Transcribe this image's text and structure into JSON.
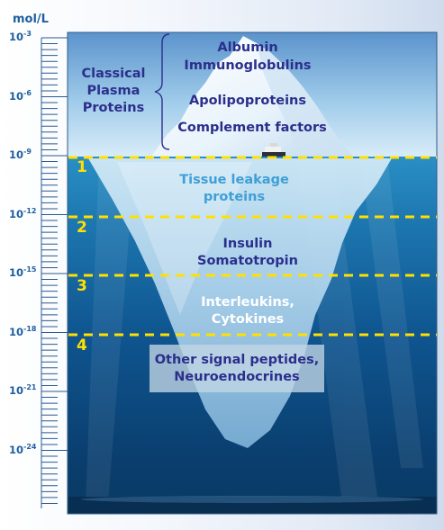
{
  "axis": {
    "unit": "mol/L",
    "ticks": [
      {
        "base": "10",
        "exp": "-3"
      },
      {
        "base": "10",
        "exp": "-6"
      },
      {
        "base": "10",
        "exp": "-9"
      },
      {
        "base": "10",
        "exp": "-12"
      },
      {
        "base": "10",
        "exp": "-15"
      },
      {
        "base": "10",
        "exp": "-18"
      },
      {
        "base": "10",
        "exp": "-21"
      },
      {
        "base": "10",
        "exp": "-24"
      }
    ]
  },
  "bands": [
    "1",
    "2",
    "3",
    "4"
  ],
  "classical": {
    "group_label": [
      "Classical",
      "Plasma",
      "Proteins"
    ],
    "items": [
      "Albumin",
      "Immunoglobulins",
      "Apolipoproteins",
      "Complement factors"
    ]
  },
  "tissue_leakage": [
    "Tissue leakage",
    "proteins"
  ],
  "hormones": [
    "Insulin",
    "Somatotropin"
  ],
  "interleukins": [
    "Interleukins,",
    "Cytokines"
  ],
  "signal_peptides": [
    "Other signal peptides,",
    "Neuroendocrines"
  ],
  "colors": {
    "axis_blue": "#1f5fa0",
    "band_line": "#ffe000",
    "sky": "#8fc3e8",
    "water": "#0a4b82",
    "text_dark": "#2b2f8c",
    "text_tissue": "#3f9fd6"
  }
}
